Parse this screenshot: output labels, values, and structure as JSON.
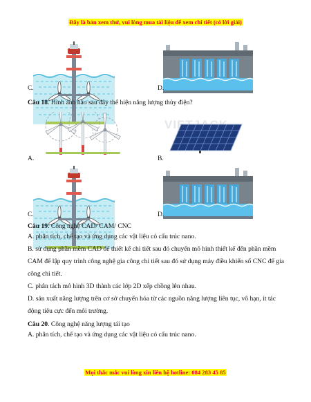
{
  "header_banner": "Đây là bản xem thử, vui lòng mua tài liệu để xem chi tiết (có lời giải)",
  "footer_banner": "Mọi thắc mắc vui lòng xin liên hệ hotline: 084 283 45 85",
  "prev_options": {
    "c": "C.",
    "d": "D."
  },
  "q18": {
    "number": "Câu 18",
    "text": ". Hình ảnh nào sau đây thể hiện năng lượng thủy điện?",
    "options": {
      "a": "A.",
      "b": "B.",
      "c": "C.",
      "d": "D."
    }
  },
  "q19": {
    "number": "Câu 19",
    "text": ". Công nghệ CAD/ CAM/ CNC",
    "answer_a": "A. phân tích, chế tạo và ứng dụng các vật liệu có cấu trúc nano.",
    "answer_b": "B. sử dụng phần mềm CAD để thiết kế chi tiết sau đó chuyển mô hình thiết kế đến phần mềm CAM để lập quy trình công nghệ gia công chi tiết sau đó sử dụng máy điều khiển số CNC để gia công chi tiết.",
    "answer_c": "C. phân tách mô hình 3D thành các lớp 2D xếp chồng lên nhau.",
    "answer_d": "D. sản xuất năng lượng trên cơ sở chuyển hóa từ các nguồn năng lượng liên tục, vô hạn, ít tác động tiêu cực đến môi trường."
  },
  "q20": {
    "number": "Câu 20",
    "text": ". Công nghệ năng lượng tái tạo",
    "answer_a": "A. phân tích, chế tạo và ứng dụng các vật liệu có cấu trúc nano."
  },
  "watermark": "VIETJACK",
  "colors": {
    "banner_text": "#e8002a",
    "banner_highlight": "#ffff00"
  }
}
